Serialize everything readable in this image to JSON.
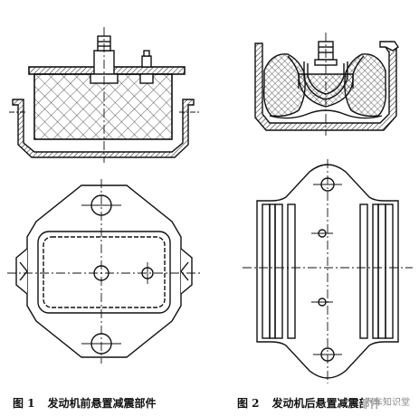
{
  "figures": [
    {
      "number": "图 1",
      "caption": "发动机前悬置减震部件"
    },
    {
      "number": "图 2",
      "caption": "发动机后悬置减震部件"
    }
  ],
  "watermark": "汽车知识堂",
  "colors": {
    "line": "#111111",
    "background": "#ffffff"
  }
}
